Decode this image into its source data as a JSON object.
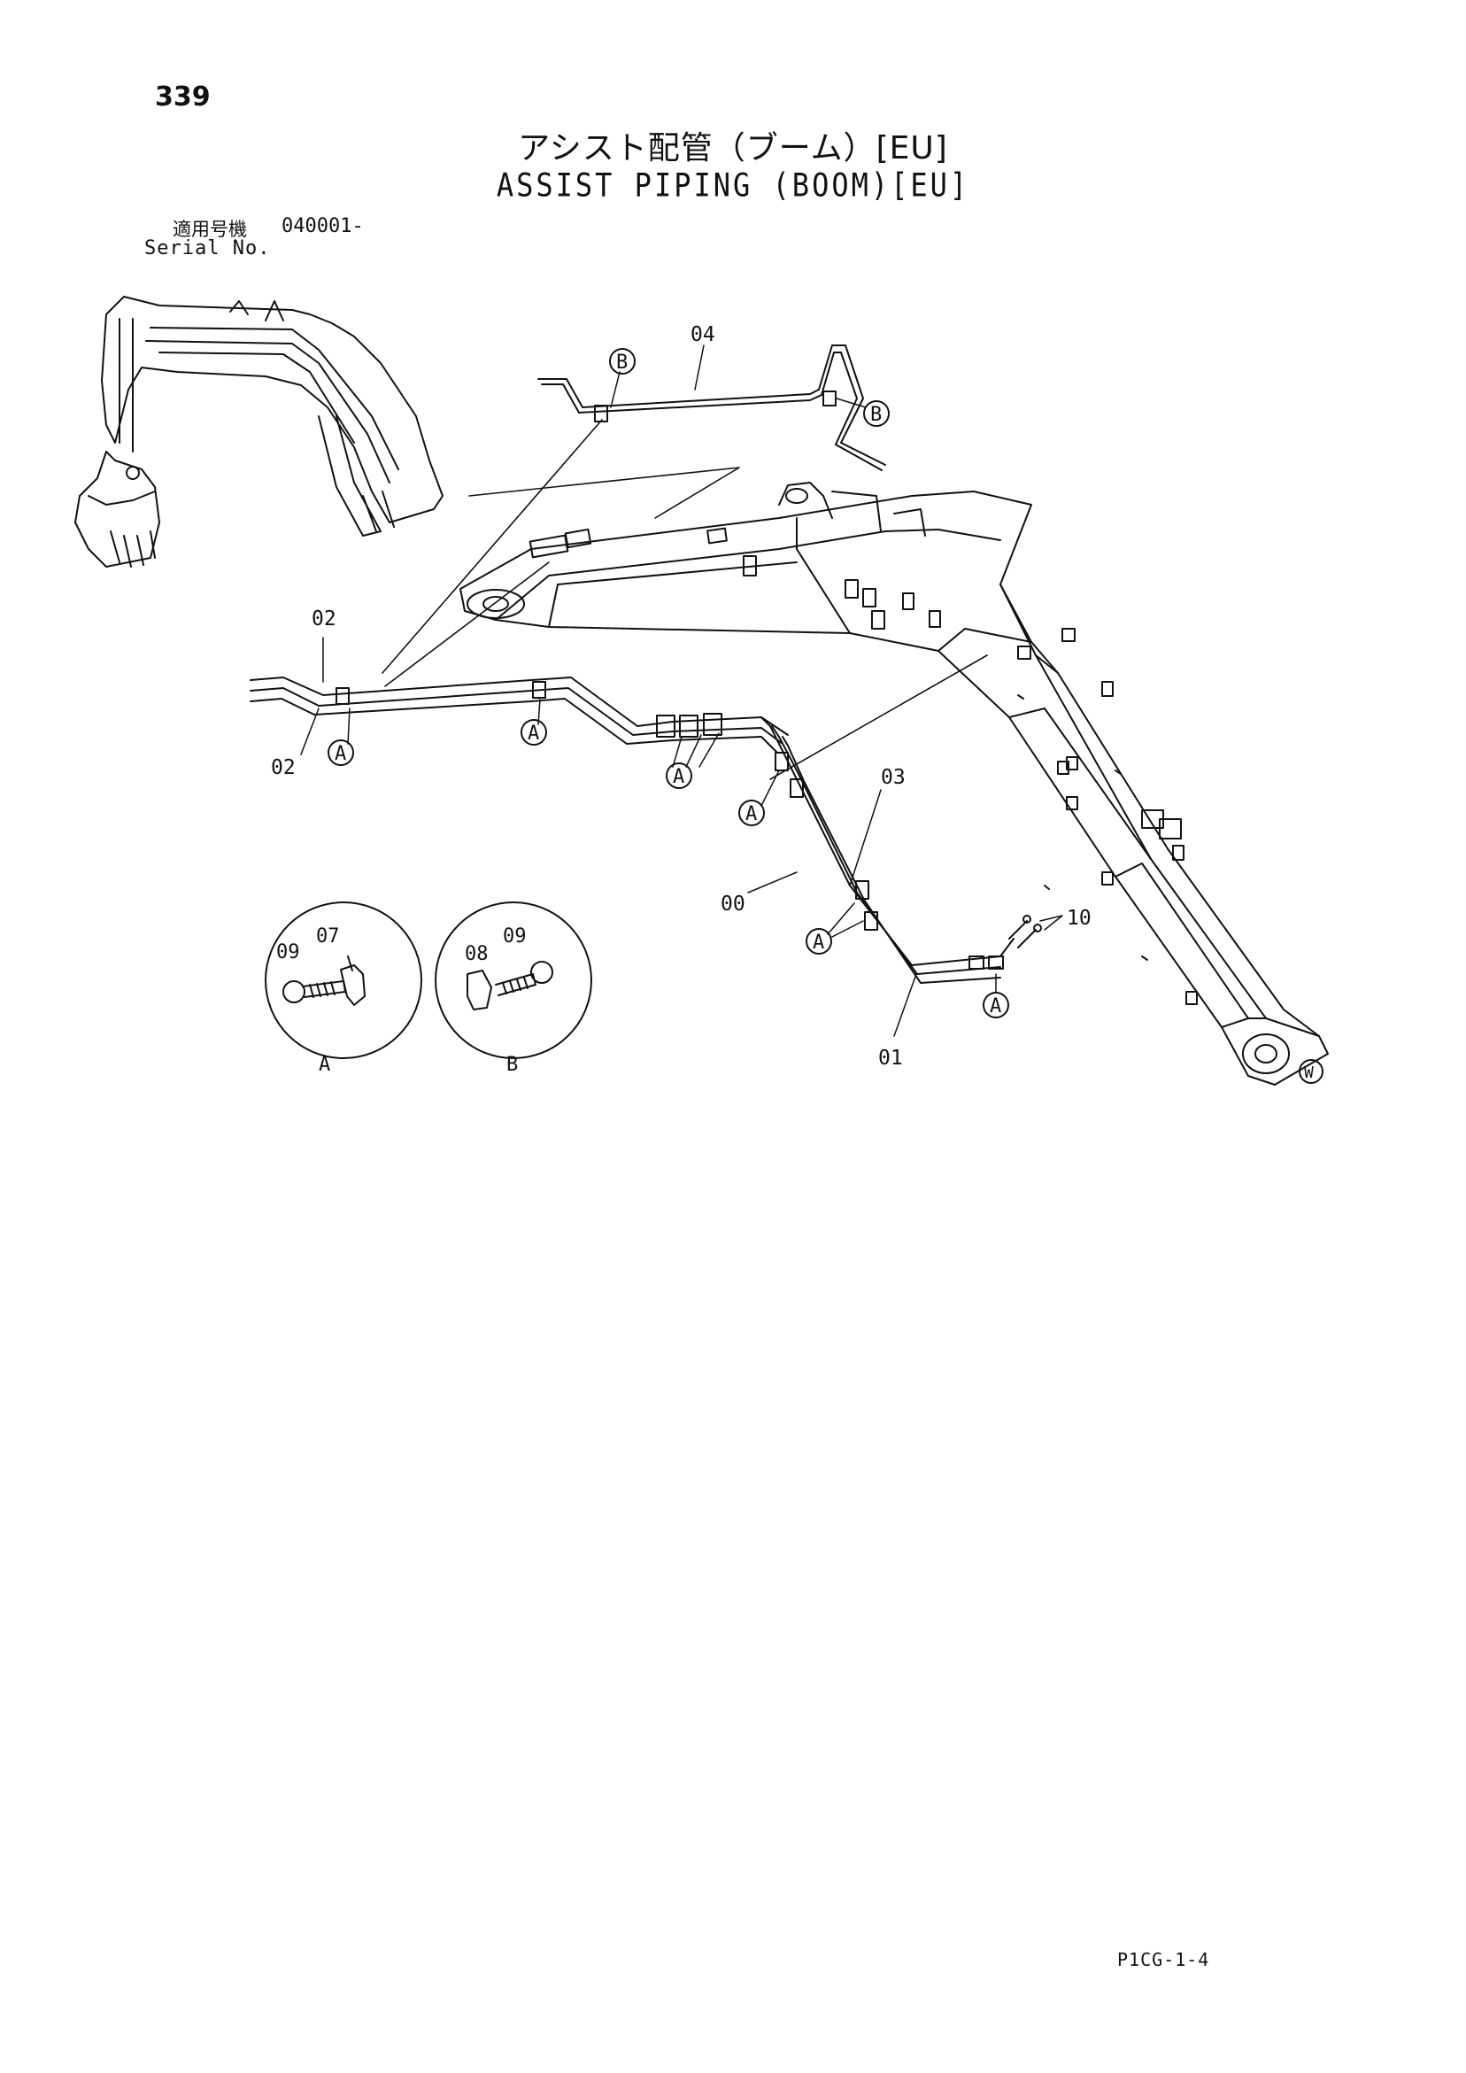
{
  "page": {
    "number": "339",
    "title_ja": "アシスト配管（ブーム）[EU]",
    "title_en": "ASSIST PIPING (BOOM)[EU]",
    "serial_label_ja": "適用号機",
    "serial_label_en": "Serial No.",
    "serial_value": "040001-",
    "doc_code": "P1CG-1-4"
  },
  "callouts": {
    "part_00": "00",
    "part_01": "01",
    "part_02a": "02",
    "part_02b": "02",
    "part_03": "03",
    "part_04": "04",
    "part_07": "07",
    "part_08": "08",
    "part_09a": "09",
    "part_09b": "09",
    "part_10": "10"
  },
  "markers": {
    "clamp_a": "A",
    "clamp_b": "B",
    "detail_a_label": "A",
    "detail_b_label": "B",
    "w_symbol": "W"
  }
}
